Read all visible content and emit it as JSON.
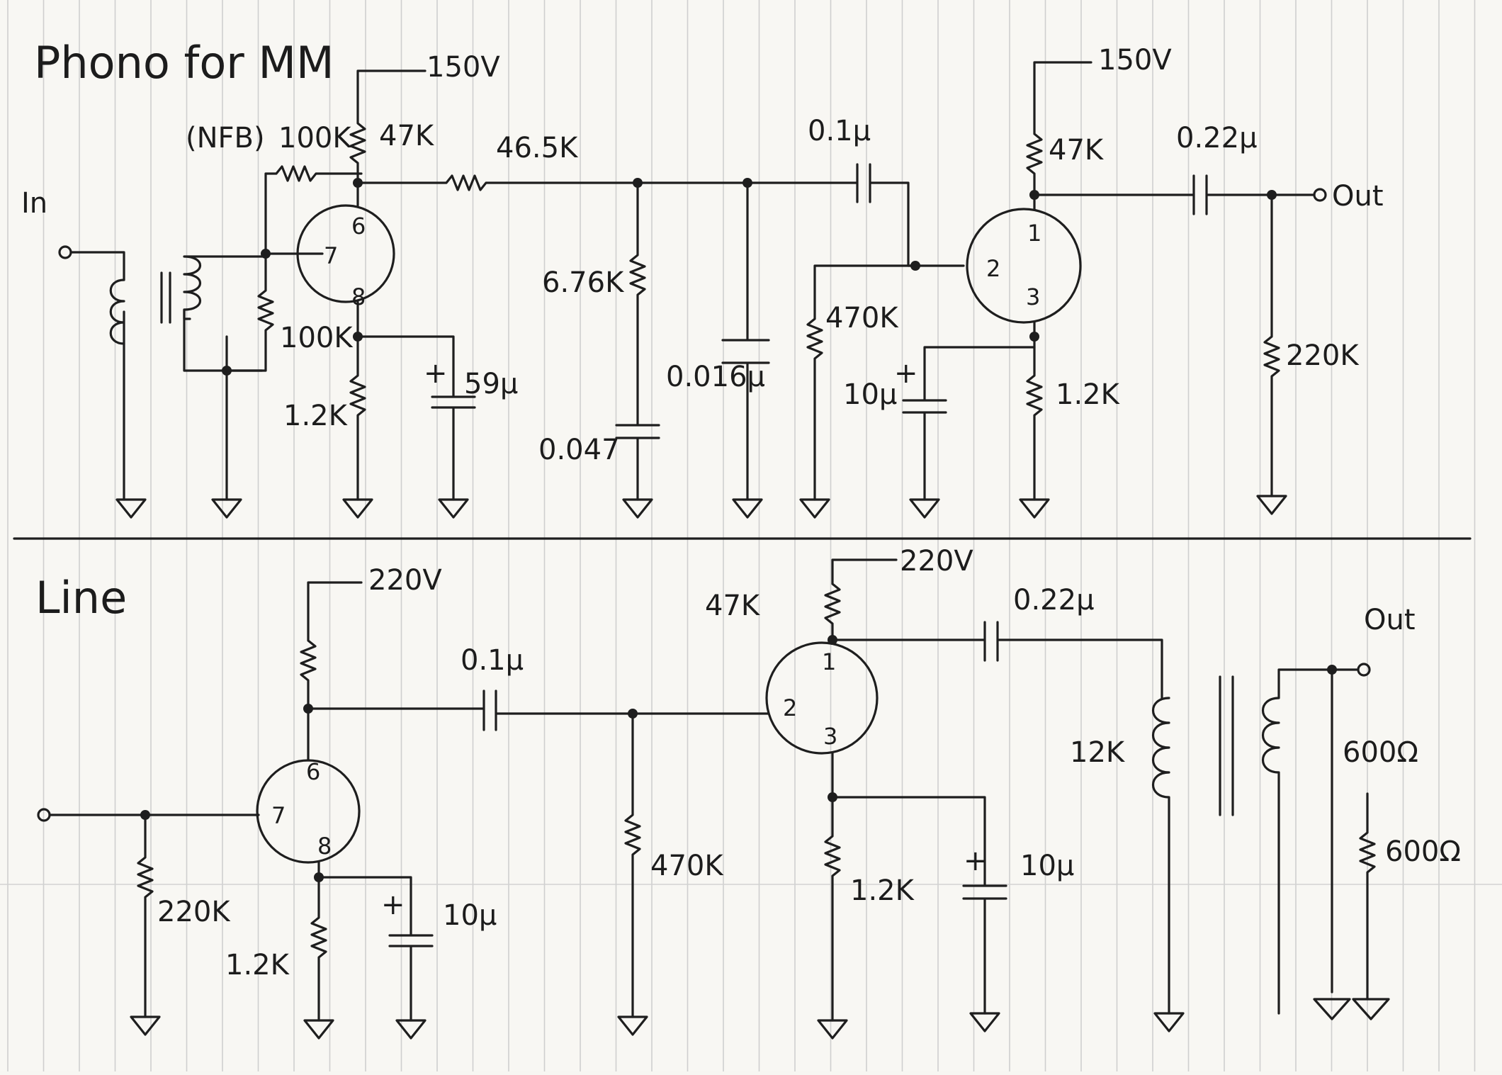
{
  "sections": {
    "phono": {
      "title": "Phono for MM",
      "supply_left": "150V",
      "supply_right": "150V",
      "input": "In",
      "output": "Out",
      "labels": {
        "nfb": "(NFB)",
        "r_nfb": "100K",
        "r_plate1": "47K",
        "r_series": "46.5K",
        "c_couple": "0.1μ",
        "r_plate2": "47K",
        "c_out": "0.22μ",
        "r_grid_in": "100K",
        "r_cath1": "1.2K",
        "c_cath1": "59μ",
        "r_eq": "6.76K",
        "c_eq1": "0.047",
        "c_eq2": "0.016μ",
        "r_grid2": "470K",
        "c_cath2": "10μ",
        "r_cath2": "1.2K",
        "r_load": "220K"
      },
      "pins": {
        "tube1_plate": "6",
        "tube1_grid": "7",
        "tube1_cathode": "8",
        "tube2_plate": "1",
        "tube2_grid": "2",
        "tube2_cathode": "3"
      }
    },
    "line": {
      "title": "Line",
      "supply_left": "220V",
      "supply_right": "220V",
      "output": "Out",
      "labels": {
        "c_couple": "0.1μ",
        "r_plate2": "47K",
        "c_out": "0.22μ",
        "r_grid_in": "220K",
        "r_cath1": "1.2K",
        "c_cath1": "10μ",
        "r_grid2": "470K",
        "r_cath2": "1.2K",
        "c_cath2": "10μ",
        "trans_primary": "12K",
        "trans_secondary": "600Ω",
        "r_term": "600Ω"
      },
      "pins": {
        "tube1_plate": "6",
        "tube1_grid": "7",
        "tube1_cathode": "8",
        "tube2_plate": "1",
        "tube2_grid": "2",
        "tube2_cathode": "3"
      }
    }
  }
}
